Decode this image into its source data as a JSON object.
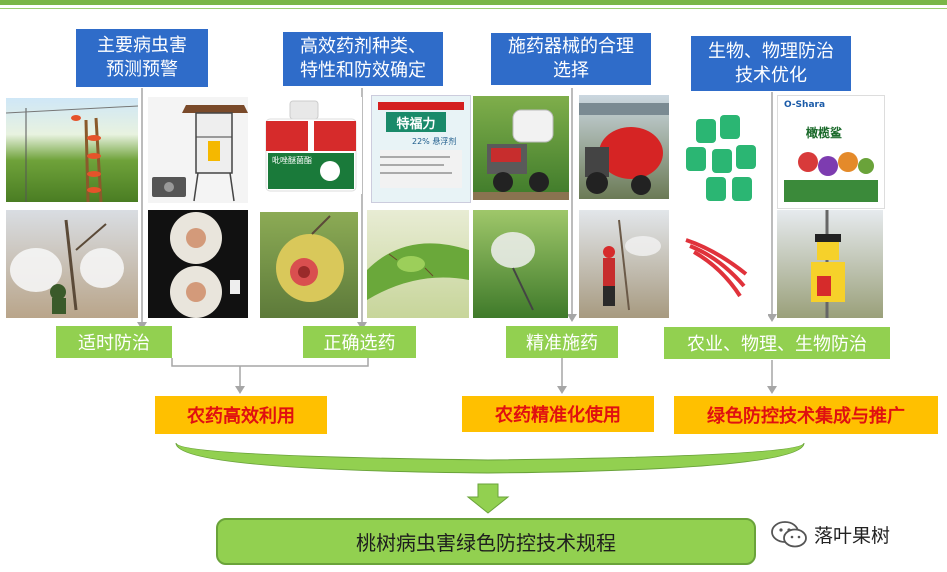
{
  "headers": [
    {
      "text": "主要病虫害\n预测预警"
    },
    {
      "text": "高效药剂种类、\n特性和防效确定"
    },
    {
      "text": "施药器械的合理\n选择"
    },
    {
      "text": "生物、物理防治\n技术优化"
    }
  ],
  "labels": {
    "timely": "适时防治",
    "correct": "正确选药",
    "precise": "精准施药",
    "integrated": "农业、物理、生物防治"
  },
  "outcomes": {
    "efficient": "农药高效利用",
    "precision": "农药精准化使用",
    "green": "绿色防控技术集成与推广"
  },
  "final": "桃树病虫害绿色防控技术规程",
  "brand": "落叶果树",
  "photo_texts": {
    "pesticide_bottle": "吡唑醚菌酯",
    "pesticide_box": "特福力",
    "pesticide_box_sub": "22% 悬浮剂",
    "biopesticide_brand": "O-Shara",
    "biopesticide_name": "橄榄鲨"
  },
  "colors": {
    "header_blue": "#2f6cc9",
    "label_green": "#92d050",
    "outcome_orange": "#ffc000",
    "outcome_text_red": "#e01010",
    "connector_gray": "#a6a6a6",
    "brace_green": "#92d050"
  }
}
